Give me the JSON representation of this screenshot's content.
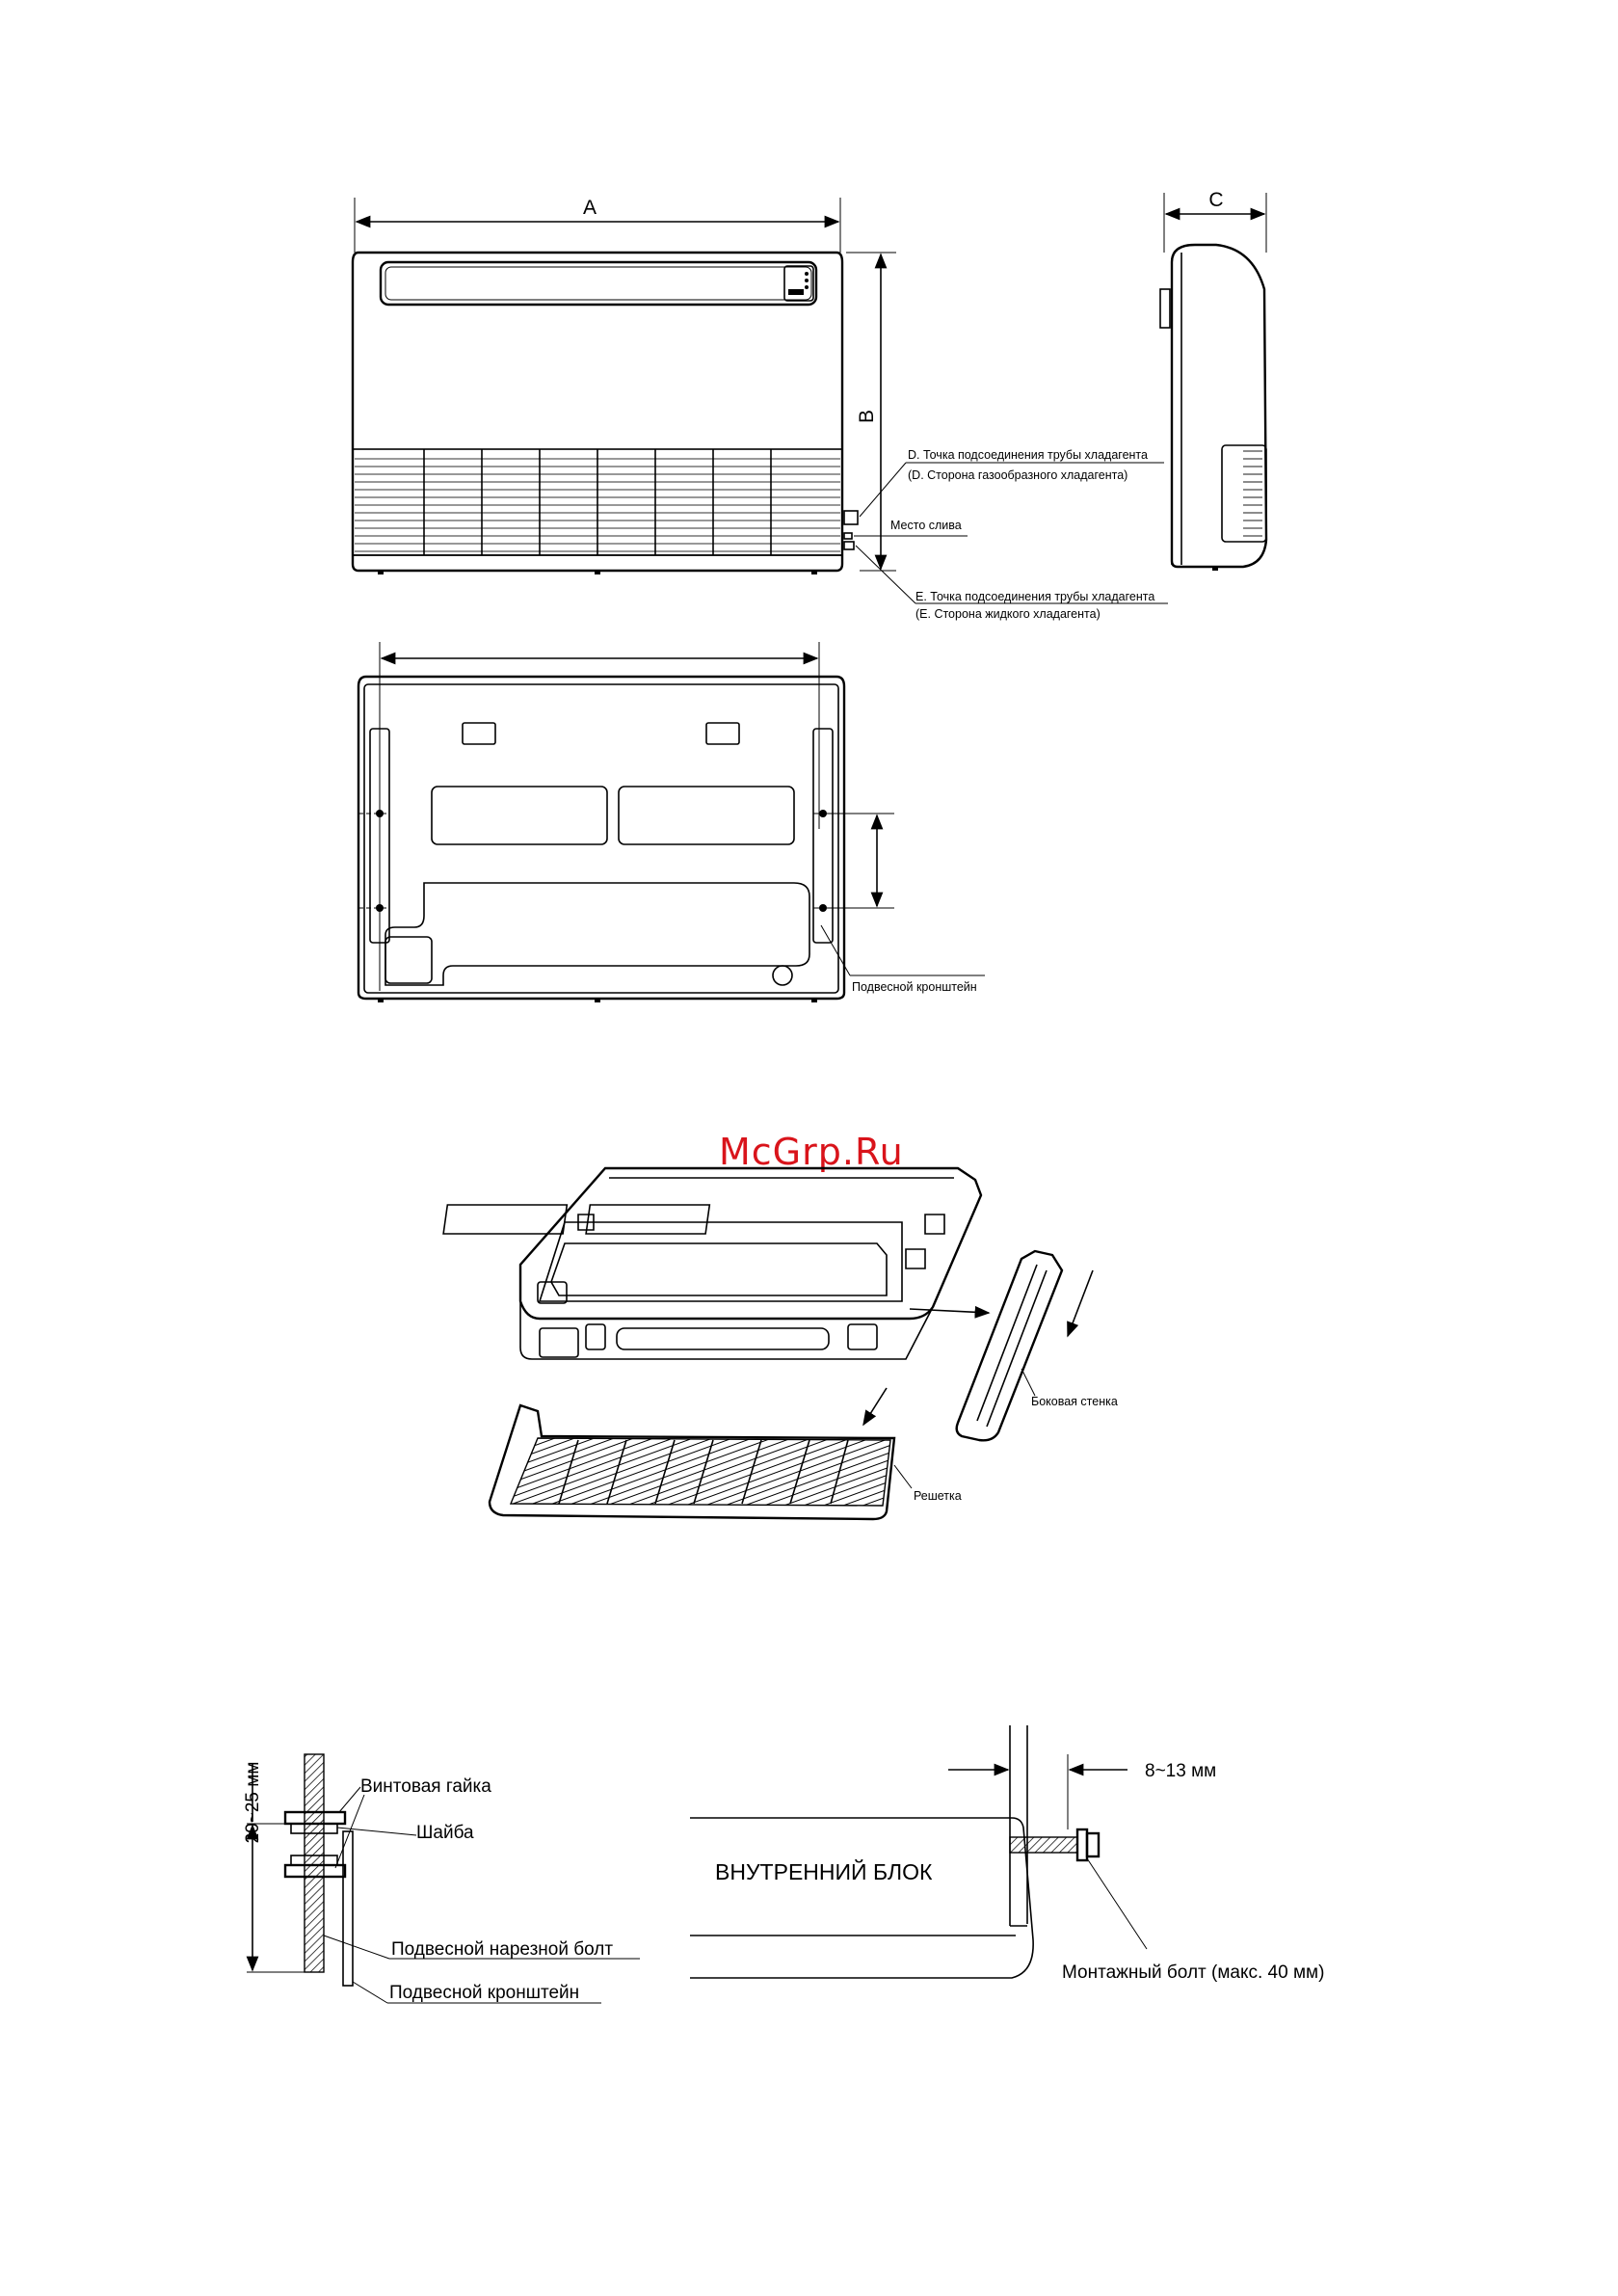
{
  "watermark": "McGrp.Ru",
  "front_view": {
    "dim_a": "A",
    "dim_b": "B",
    "dim_c": "C",
    "label_d_line1": "D. Точка подсоединения трубы хладагента",
    "label_d_line2": "(D. Сторона газообразного хладагента)",
    "label_drain": "Место слива",
    "label_e_line1": "E. Точка подсоединения трубы хладагента",
    "label_e_line2": "(E. Сторона жидкого хладагента)"
  },
  "back_view": {
    "label_bracket": "Подвесной кронштейн"
  },
  "exploded_view": {
    "label_side_wall": "Боковая стенка",
    "label_grille": "Решетка"
  },
  "mounting": {
    "dim_vertical": "20~25 мм",
    "label_nut": "Винтовая гайка",
    "label_washer": "Шайба",
    "label_bolt": "Подвесной нарезной болт",
    "label_bracket": "Подвесной кронштейн",
    "dim_gap": "8~13 мм",
    "label_indoor_unit": "ВНУТРЕННИЙ БЛОК",
    "label_mount_bolt": "Монтажный болт (макс. 40 мм)"
  },
  "icons": {
    "arrow": "arrow-icon",
    "bolt": "bolt-icon",
    "nut": "nut-icon"
  }
}
